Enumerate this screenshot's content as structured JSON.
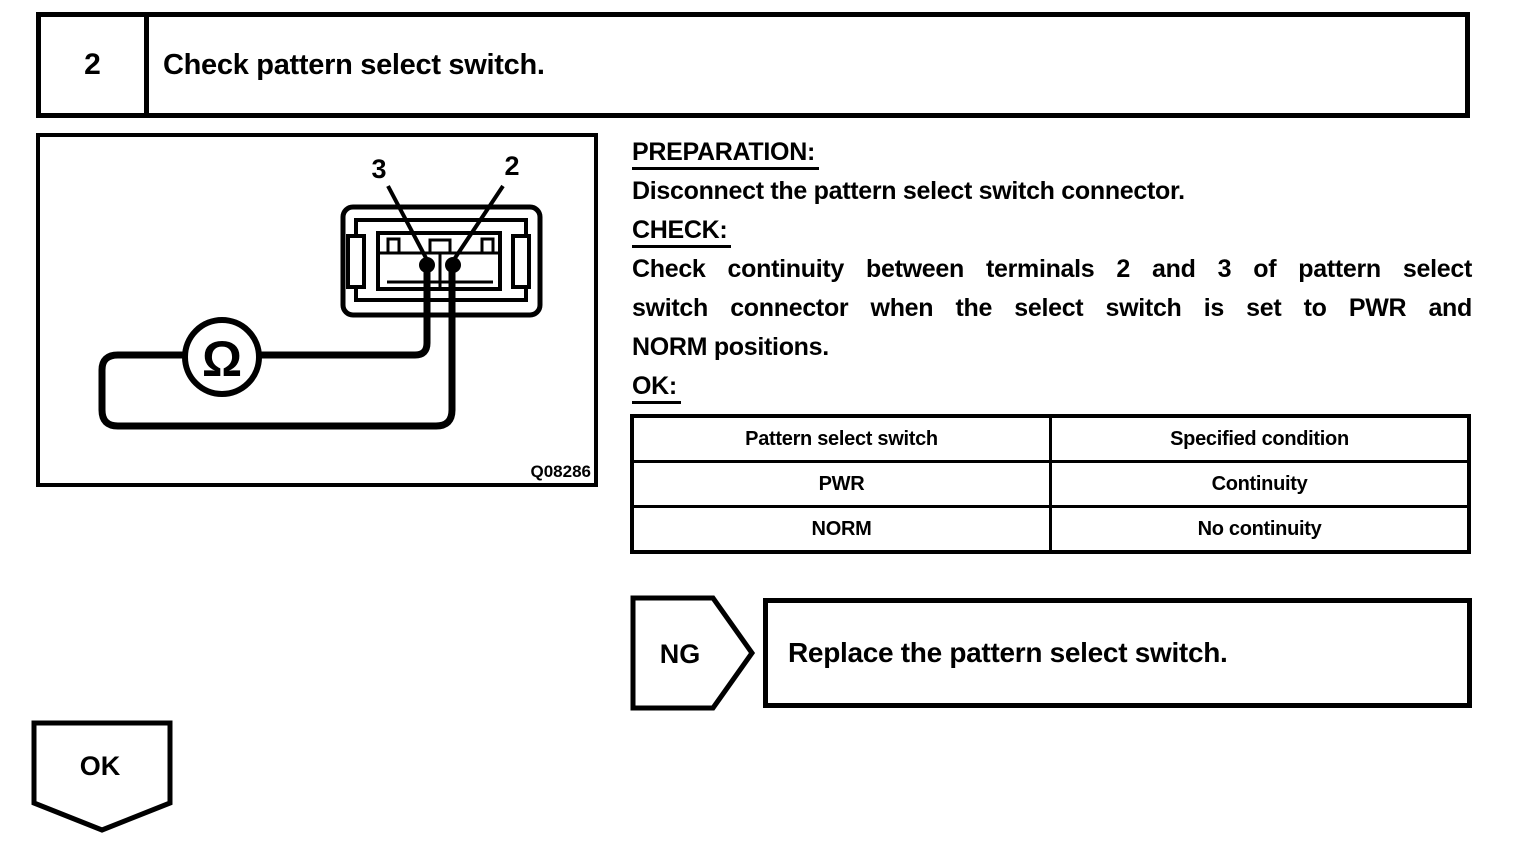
{
  "colors": {
    "ink": "#000000",
    "paper": "#ffffff"
  },
  "step": {
    "number": "2",
    "title": "Check pattern select switch."
  },
  "figure": {
    "code": "Q08286",
    "terminal_left_label": "3",
    "terminal_right_label": "2",
    "ohmmeter_symbol": "Ω"
  },
  "instructions": {
    "preparation_heading": "PREPARATION:",
    "preparation_text": "Disconnect the pattern select switch connector.",
    "check_heading": "CHECK:",
    "check_line_1": "Check continuity between terminals 2 and 3 of pattern select",
    "check_line_2": "switch connector when the select switch is set to PWR and",
    "check_line_3": "NORM positions.",
    "ok_heading": "OK:"
  },
  "result_table": {
    "col_switch": "Pattern select switch",
    "col_condition": "Specified condition",
    "rows": [
      {
        "switch": "PWR",
        "condition": "Continuity"
      },
      {
        "switch": "NORM",
        "condition": "No continuity"
      }
    ]
  },
  "ng_branch": {
    "label": "NG",
    "action": "Replace the pattern select switch."
  },
  "ok_branch": {
    "label": "OK"
  }
}
